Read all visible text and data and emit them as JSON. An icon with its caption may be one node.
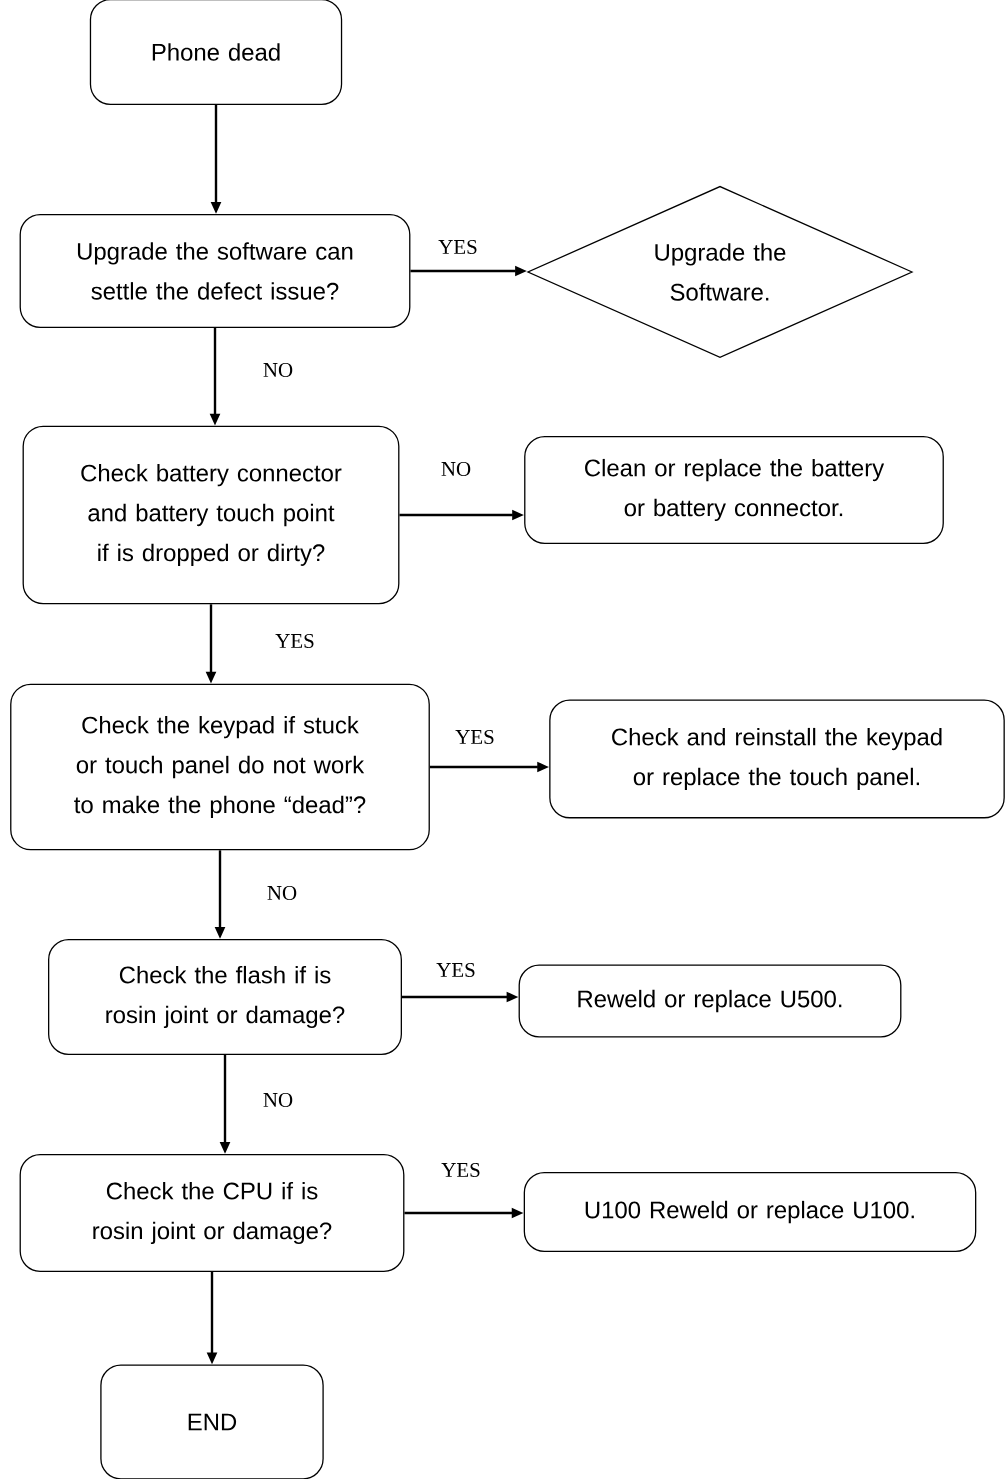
{
  "diagram": {
    "nodes": [
      {
        "text": [
          "Phone dead"
        ]
      },
      {
        "text": [
          "Upgrade the software can settle the defect issue?"
        ]
      },
      {
        "text": [
          "Upgrade the Software."
        ]
      },
      {
        "text": [
          "Check battery connector and battery touch point if is dropped or dirty?"
        ]
      },
      {
        "text": [
          "Clean or replace the battery or battery connector."
        ]
      },
      {
        "text": [
          "Check the keypad if stuck or touch panel do not work to make the phone “dead”?"
        ]
      },
      {
        "text": [
          "Check and reinstall the keypad or replace the touch panel."
        ]
      },
      {
        "text": [
          "Check the flash if is rosin joint or damage?"
        ]
      },
      {
        "text": [
          "Reweld or replace U500."
        ]
      },
      {
        "text": [
          "Check the CPU if is rosin joint or damage?"
        ]
      },
      {
        "text": [
          "U100 Reweld or replace U100."
        ]
      },
      {
        "text": [
          "END"
        ]
      }
    ],
    "edges": [
      {
        "from": 0,
        "to": 1,
        "arrow": "to"
      },
      {
        "from": 1,
        "to": 2,
        "arrow": "to",
        "label": "YES"
      },
      {
        "from": 1,
        "to": 3,
        "arrow": "to",
        "label": "NO"
      },
      {
        "from": 3,
        "to": 4,
        "arrow": "to",
        "label": "NO"
      },
      {
        "from": 3,
        "to": 5,
        "arrow": "to",
        "label": "YES"
      },
      {
        "from": 5,
        "to": 6,
        "arrow": "to",
        "label": "YES"
      },
      {
        "from": 5,
        "to": 7,
        "arrow": "to",
        "label": "NO"
      },
      {
        "from": 7,
        "to": 8,
        "arrow": "to",
        "label": "YES"
      },
      {
        "from": 7,
        "to": 9,
        "arrow": "to",
        "label": "NO"
      },
      {
        "from": 9,
        "to": 10,
        "arrow": "to",
        "label": "YES"
      },
      {
        "from": 9,
        "to": 11,
        "arrow": "to"
      }
    ]
  }
}
